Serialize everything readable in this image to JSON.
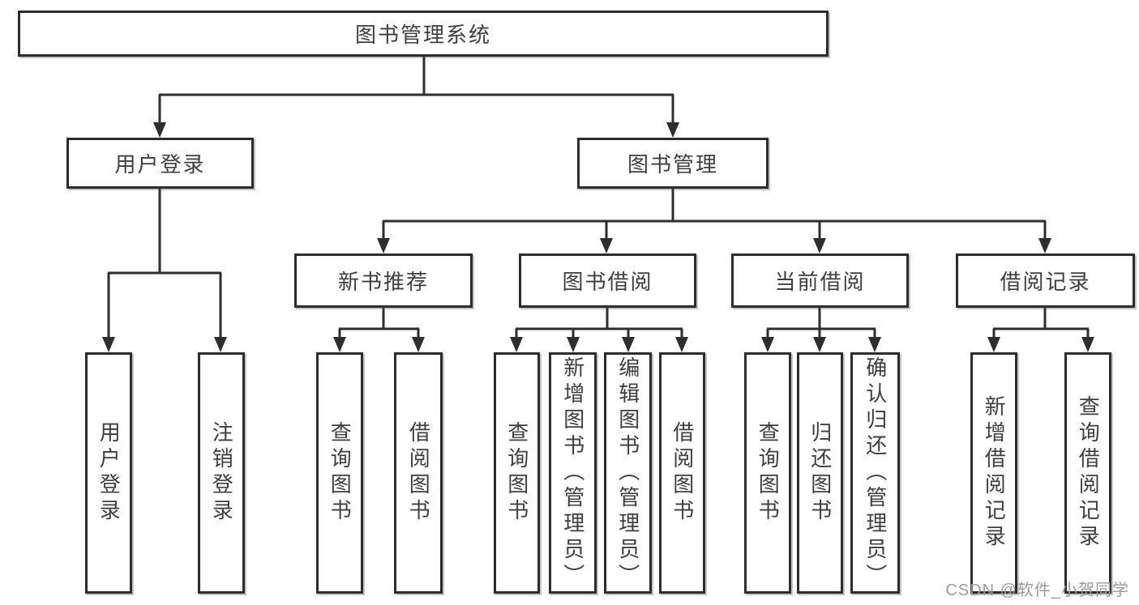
{
  "diagram": {
    "root": "图书管理系统",
    "level2": {
      "user_login": "用户登录",
      "book_management": "图书管理"
    },
    "level3": {
      "new_books": "新书推荐",
      "book_borrow": "图书借阅",
      "current_borrow": "当前借阅",
      "borrow_records": "借阅记录"
    },
    "leaves": {
      "user_login": [
        "用户登录",
        "注销登录"
      ],
      "new_books": [
        "查询图书",
        "借阅图书"
      ],
      "book_borrow": [
        "查询图书",
        "新增图书（管理员）",
        "编辑图书（管理员）",
        "借阅图书"
      ],
      "current_borrow": [
        "查询图书",
        "归还图书",
        "确认归还（管理员）"
      ],
      "borrow_records": [
        "新增借阅记录",
        "查询借阅记录"
      ]
    }
  },
  "watermark": "CSDN @软件_小贺同学",
  "colors": {
    "line": "#2e2e2e",
    "box_border": "#2d2d2d",
    "text": "#3e3e3e",
    "background": "#ffffff",
    "watermark": "#9b9b9b"
  }
}
